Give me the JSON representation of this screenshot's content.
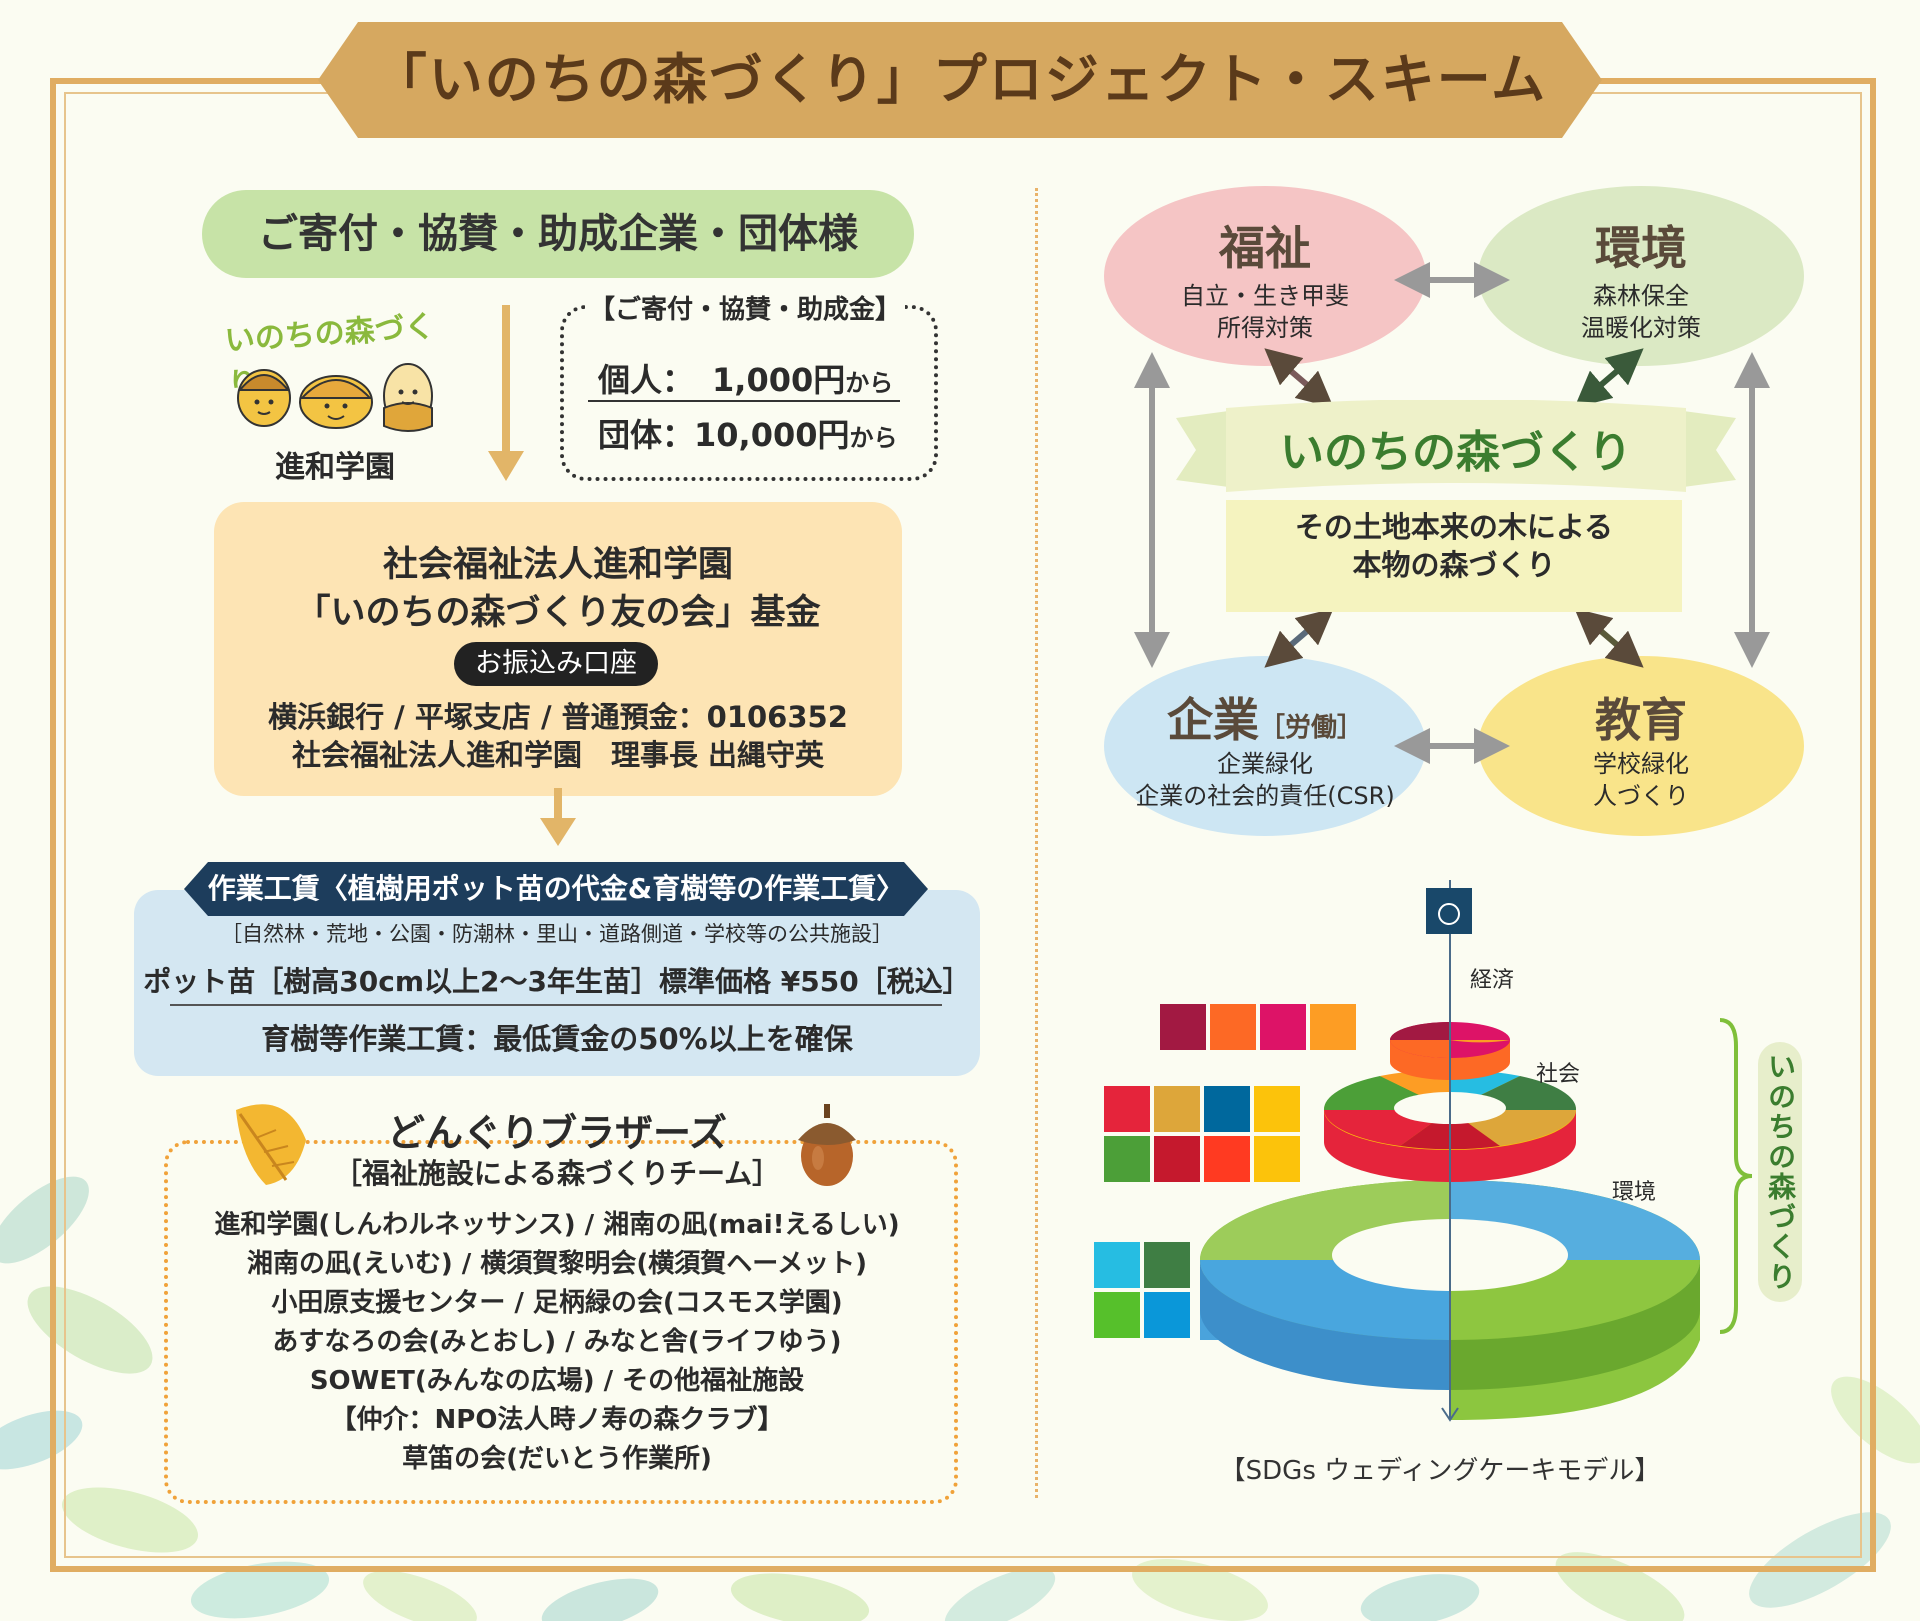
{
  "title": "「いのちの森づくり」プロジェクト・スキーム",
  "colors": {
    "gold": "#d6a860",
    "frame": "#e0ad62",
    "green_pill": "#c7e3a7",
    "fund_box": "#fde4b4",
    "wage_box": "#d4e7f2",
    "navy": "#1d3d5c",
    "pink": "#f5c5c5",
    "light_green": "#dbe9c4",
    "blue": "#cde6f3",
    "yellow": "#f9e48a",
    "ribbon_text": "#3b7d2f"
  },
  "left": {
    "donors": "ご寄付・協賛・助成企業・団体様",
    "logo_title": "いのちの森づくり",
    "logo_name": "進和学園",
    "donation_title": "【ご寄付・協賛・助成金】",
    "donation_individual_label": "個人：",
    "donation_individual_amount": "1,000円",
    "donation_group_label": "団体：",
    "donation_group_amount": "10,000円",
    "donation_suffix": "から",
    "fund_line1": "社会福祉法人進和学園",
    "fund_line2": "「いのちの森づくり友の会」基金",
    "account_label": "お振込み口座",
    "account_line1": "横浜銀行 / 平塚支店 / 普通預金：0106352",
    "account_line2": "社会福祉法人進和学園　理事長 出縄守英",
    "wage_title": "作業工賃〈植樹用ポット苗の代金&育樹等の作業工賃〉",
    "wage_places": "［自然林・荒地・公園・防潮林・里山・道路側道・学校等の公共施設］",
    "wage_price": "ポット苗［樹高30cm以上2〜3年生苗］標準価格 ¥550［税込］",
    "wage_min": "育樹等作業工賃：最低賃金の50%以上を確保",
    "donguri_title": "どんぐりブラザーズ",
    "donguri_sub": "［福祉施設による森づくりチーム］",
    "donguri_lines": [
      "進和学園(しんわルネッサンス) / 湘南の凪(mai!えるしい)",
      "湘南の凪(えいむ) / 横須賀黎明会(横須賀ヘーメット)",
      "小田原支援センター / 足柄緑の会(コスモス学園)",
      "あすなろの会(みとおし) / みなと舎(ライフゆう)",
      "SOWET(みんなの広場) / その他福祉施設",
      "【仲介：NPO法人時ノ寿の森クラブ】",
      "草笛の会(だいとう作業所)"
    ]
  },
  "right": {
    "welfare_title": "福祉",
    "welfare_sub1": "自立・生き甲斐",
    "welfare_sub2": "所得対策",
    "env_title": "環境",
    "env_sub1": "森林保全",
    "env_sub2": "温暖化対策",
    "center_ribbon": "いのちの森づくり",
    "center_l1": "その土地本来の木による",
    "center_l2": "本物の森づくり",
    "corp_title": "企業",
    "corp_tag": "［労働］",
    "corp_sub1": "企業緑化",
    "corp_sub2": "企業の社会的責任(CSR)",
    "edu_title": "教育",
    "edu_sub1": "学校緑化",
    "edu_sub2": "人づくり",
    "cake_economy": "経済",
    "cake_society": "社会",
    "cake_env": "環境",
    "cake_side_label": "いのちの森づくり",
    "cake_caption": "【SDGs ウェディングケーキモデル】"
  }
}
